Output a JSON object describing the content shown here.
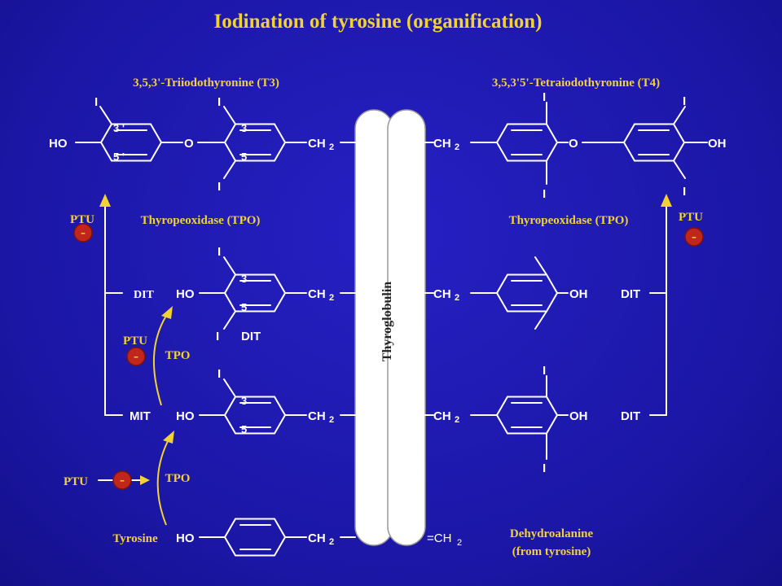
{
  "title": "Iodination of tyrosine (organification)",
  "labels": {
    "t3": "3,5,3'-Triiodothyronine (T3)",
    "t4": "3,5,3'5'-Tetraiodothyronine (T4)",
    "tpo_left": "Thyropeoxidase (TPO)",
    "tpo_right": "Thyropeoxidase (TPO)",
    "tpo_short_1": "TPO",
    "tpo_short_2": "TPO",
    "ptu_1": "PTU",
    "ptu_2": "PTU",
    "ptu_3": "PTU",
    "ptu_4": "PTU",
    "dit_left": "DIT",
    "mit_left": "MIT",
    "dit_right_1": "DIT",
    "dit_right_2": "DIT",
    "dit_ring": "DIT",
    "tyrosine": "Tyrosine",
    "dehydro_1": "Dehydroalanine",
    "dehydro_2": "(from tyrosine)",
    "thyroglobulin": "Thyroglobulin"
  },
  "atoms": {
    "ho": "HO",
    "oh": "OH",
    "o": "O",
    "i": "I",
    "ch": "CH",
    "two": "2",
    "eq_ch2": "=CH",
    "minus": "-",
    "pos3": "3",
    "pos5": "5",
    "pos3p": "3 '",
    "pos5p": "5 '"
  }
}
